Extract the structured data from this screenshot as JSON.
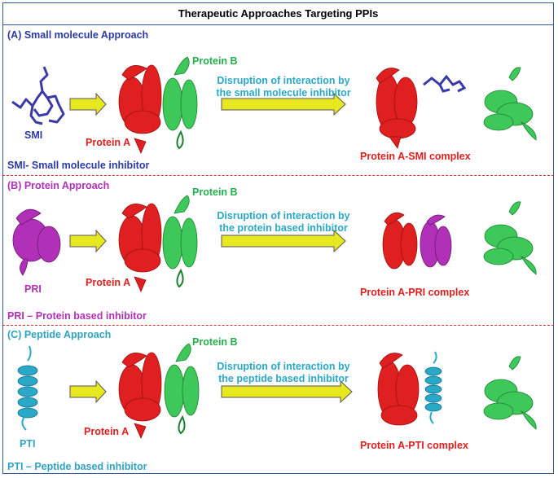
{
  "title": "Therapeutic Approaches Targeting PPIs",
  "colors": {
    "border": "#2e5c9e",
    "protein_a": "#e02020",
    "protein_b": "#22b04a",
    "small_molecule": "#2b3aa8",
    "protein_inhibitor": "#b030b8",
    "peptide": "#2fa3c0",
    "arrow_fill": "#e8e820",
    "divider": "#e03030"
  },
  "panels": [
    {
      "heading": "(A) Small molecule Approach",
      "inhibitor_label": "SMI",
      "protein_a": "Protein A",
      "protein_b": "Protein B",
      "description": [
        "Disruption of interaction by",
        "the small molecule inhibitor"
      ],
      "complex": "Protein A-SMI complex",
      "footer": "SMI- Small molecule inhibitor"
    },
    {
      "heading": "(B) Protein Approach",
      "inhibitor_label": "PRI",
      "protein_a": "Protein A",
      "protein_b": "Protein B",
      "description": [
        "Disruption of interaction by",
        "the protein based inhibitor"
      ],
      "complex": "Protein A-PRI complex",
      "footer": "PRI – Protein based inhibitor"
    },
    {
      "heading": "(C) Peptide Approach",
      "inhibitor_label": "PTI",
      "protein_a": "Protein A",
      "protein_b": "Protein B",
      "description": [
        "Disruption of interaction by",
        "the peptide based inhibitor"
      ],
      "complex": "Protein A-PTI complex",
      "footer": "PTI – Peptide based inhibitor"
    }
  ]
}
